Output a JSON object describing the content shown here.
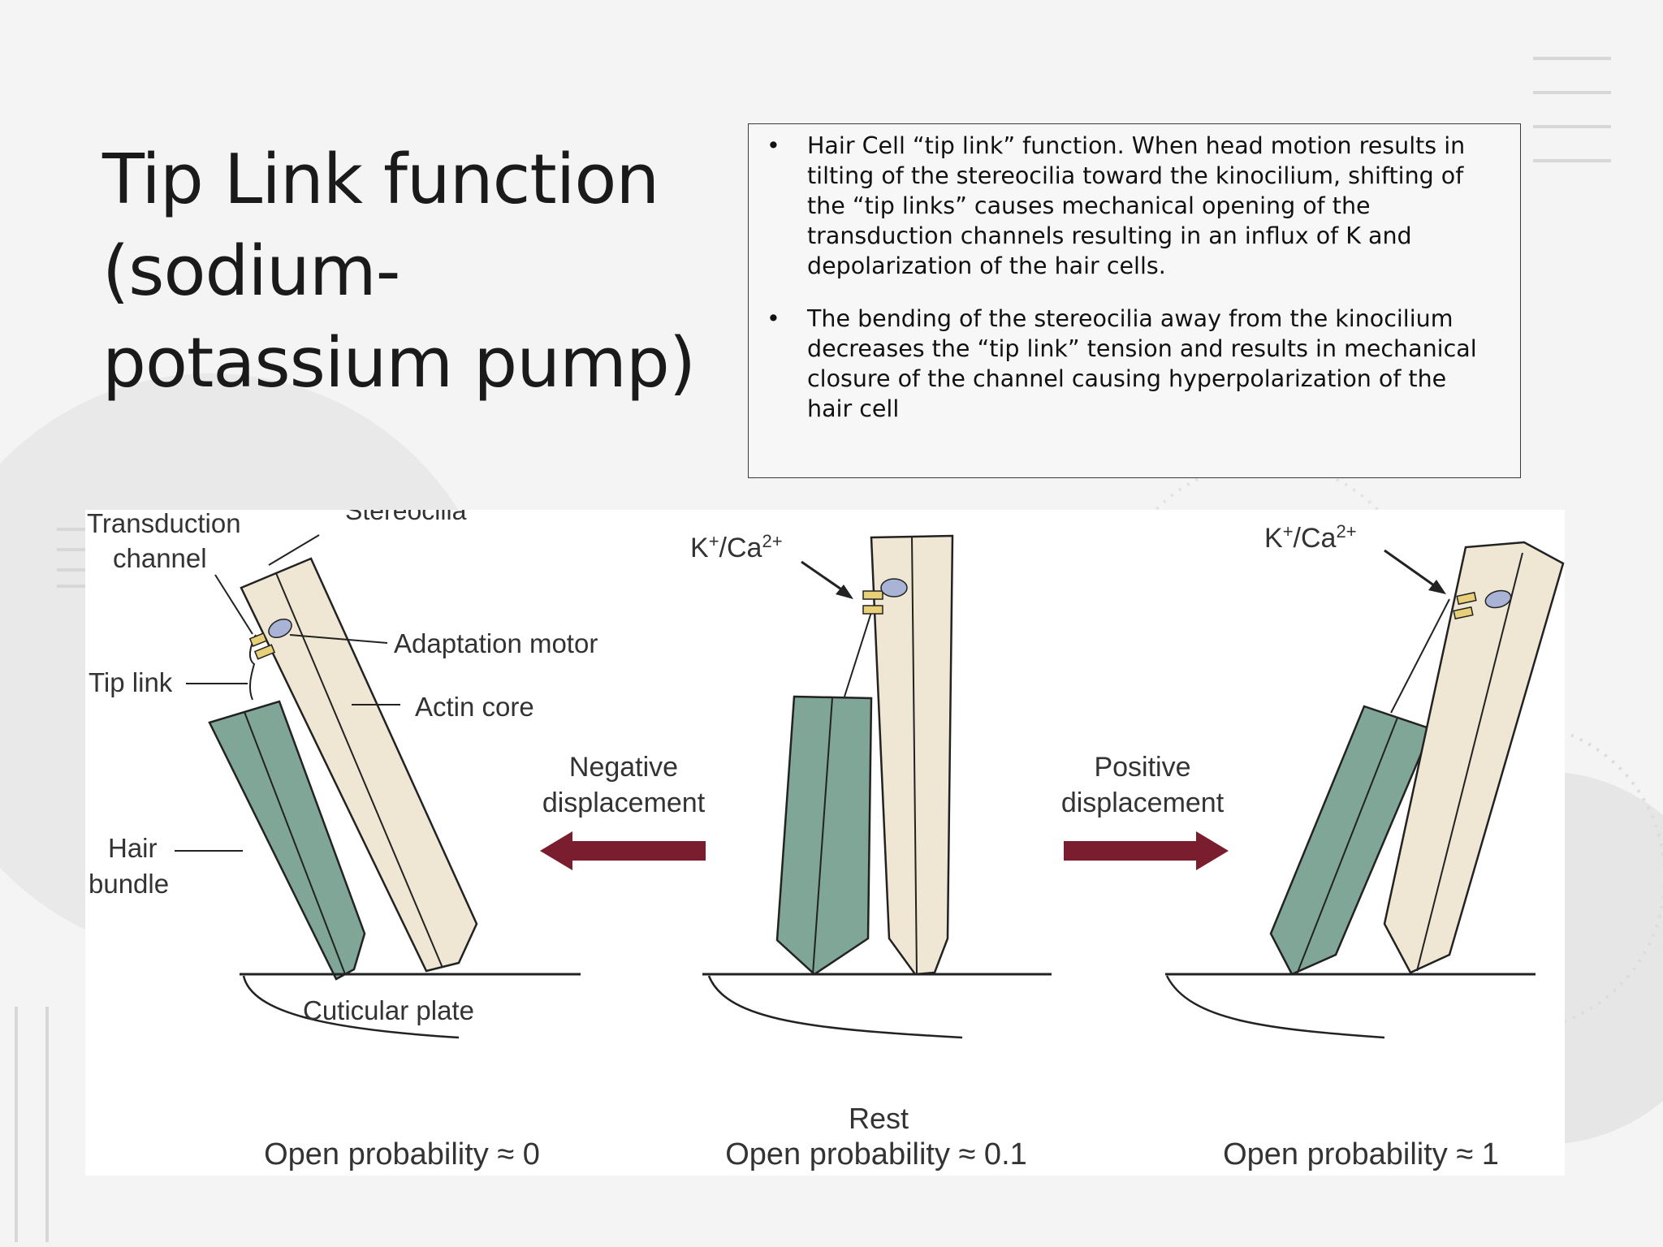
{
  "slide": {
    "title_lines": [
      "Tip Link function",
      "(sodium-",
      "potassium pump)"
    ],
    "bullets": [
      "Hair Cell “tip link” function. When head motion results in tilting of the stereocilia toward the kinocilium, shifting of the “tip links” causes mechanical opening of the transduction channels resulting in an influx of K and depolarization of the hair cells.",
      "The bending of the stereocilia away from the kinocilium decreases the “tip link” tension and results in mechanical closure of the channel causing hyperpolarization of the hair cell"
    ],
    "bullet_glyph": "•"
  },
  "figure": {
    "labels": {
      "stereocilia": "Stereocilia",
      "transduction_1": "Transduction",
      "transduction_2": "channel",
      "adaptation_motor": "Adaptation motor",
      "tip_link": "Tip link",
      "actin_core": "Actin core",
      "hair": "Hair",
      "bundle": "bundle",
      "cuticular_plate": "Cuticular plate",
      "ion_base": "K",
      "ion_sup1": "+",
      "ion_mid": "/Ca",
      "ion_sup2": "2+",
      "negative_1": "Negative",
      "negative_2": "displacement",
      "positive_1": "Positive",
      "positive_2": "displacement",
      "rest": "Rest",
      "open_prob_left": "Open probability ≈ 0",
      "open_prob_center": "Open probability ≈ 0.1",
      "open_prob_right": "Open probability ≈ 1"
    },
    "colors": {
      "short_cilium": "#7fa697",
      "tall_cilium": "#efe6d3",
      "arrow": "#7a1d2e",
      "channel": "#e8d078",
      "motor": "#a9b3d6"
    }
  }
}
